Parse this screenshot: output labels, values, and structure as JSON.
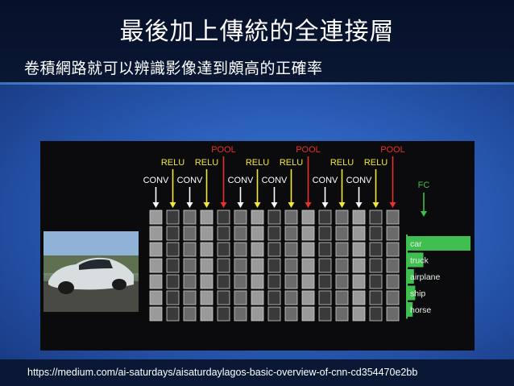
{
  "slide": {
    "title": "最後加上傳統的全連接層",
    "subtitle": "卷積網路就可以辨識影像達到頗高的正確率",
    "source_url": "https://medium.com/ai-saturdays/aisaturdaylagos-basic-overview-of-cnn-cd354470e2bb"
  },
  "figure": {
    "layers": [
      {
        "conv": "CONV",
        "relu": "",
        "pool": ""
      },
      {
        "conv": "",
        "relu": "RELU",
        "pool": ""
      },
      {
        "conv": "CONV",
        "relu": "",
        "pool": ""
      },
      {
        "conv": "",
        "relu": "RELU",
        "pool": ""
      },
      {
        "conv": "",
        "relu": "",
        "pool": "POOL"
      },
      {
        "conv": "CONV",
        "relu": "",
        "pool": ""
      },
      {
        "conv": "",
        "relu": "RELU",
        "pool": ""
      },
      {
        "conv": "CONV",
        "relu": "",
        "pool": ""
      },
      {
        "conv": "",
        "relu": "RELU",
        "pool": ""
      },
      {
        "conv": "",
        "relu": "",
        "pool": "POOL"
      },
      {
        "conv": "CONV",
        "relu": "",
        "pool": ""
      },
      {
        "conv": "",
        "relu": "RELU",
        "pool": ""
      },
      {
        "conv": "CONV",
        "relu": "",
        "pool": ""
      },
      {
        "conv": "",
        "relu": "RELU",
        "pool": ""
      },
      {
        "conv": "",
        "relu": "",
        "pool": "POOL"
      }
    ],
    "fc_label": "FC",
    "classes": [
      {
        "label": "car",
        "score": 1.0
      },
      {
        "label": "truck",
        "score": 0.25
      },
      {
        "label": "airplane",
        "score": 0.1
      },
      {
        "label": "ship",
        "score": 0.12
      },
      {
        "label": "horse",
        "score": 0.08
      }
    ],
    "colors": {
      "conv": "#ffffff",
      "relu": "#f2e836",
      "pool": "#e8312a",
      "fc": "#3fbf4f"
    }
  }
}
